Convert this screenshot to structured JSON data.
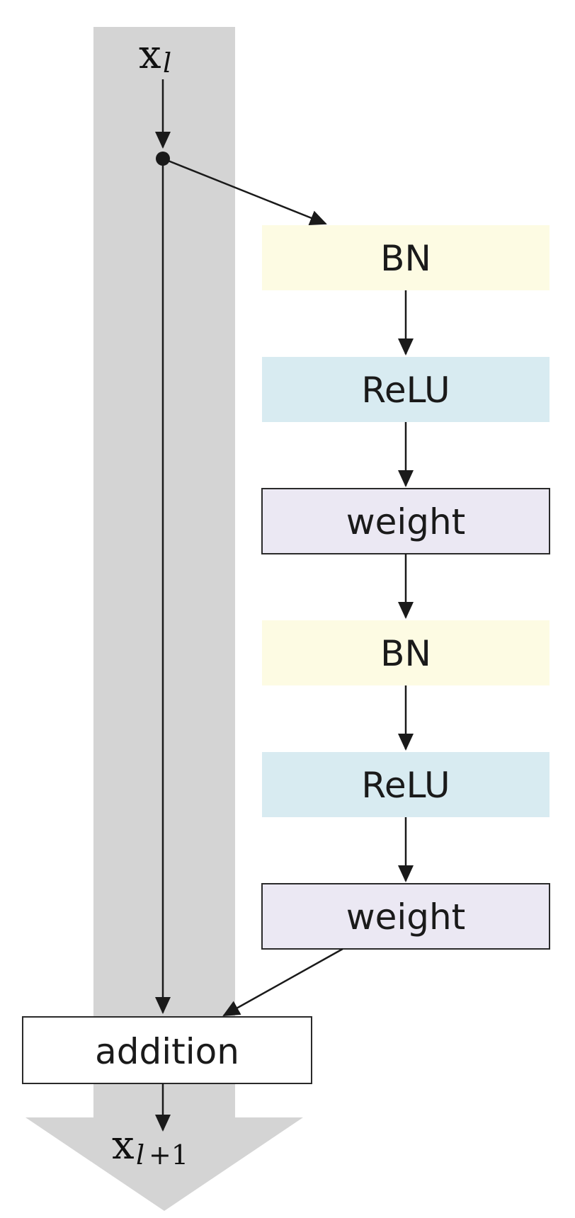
{
  "input": {
    "var": "x",
    "sub": "l"
  },
  "output": {
    "var": "x",
    "sub_italic": "l",
    "sub_rest": "+1"
  },
  "blocks": [
    {
      "label": "BN",
      "fill": "#fdfbe3"
    },
    {
      "label": "ReLU",
      "fill": "#d8ebf1"
    },
    {
      "label": "weight",
      "fill": "#ebe8f3"
    },
    {
      "label": "BN",
      "fill": "#fdfbe3"
    },
    {
      "label": "ReLU",
      "fill": "#d8ebf1"
    },
    {
      "label": "weight",
      "fill": "#ebe8f3"
    }
  ],
  "addition": {
    "label": "addition",
    "fill": "#ffffff"
  },
  "colors": {
    "identity_path": "#d4d4d4",
    "arrow": "#1a1a1a"
  }
}
